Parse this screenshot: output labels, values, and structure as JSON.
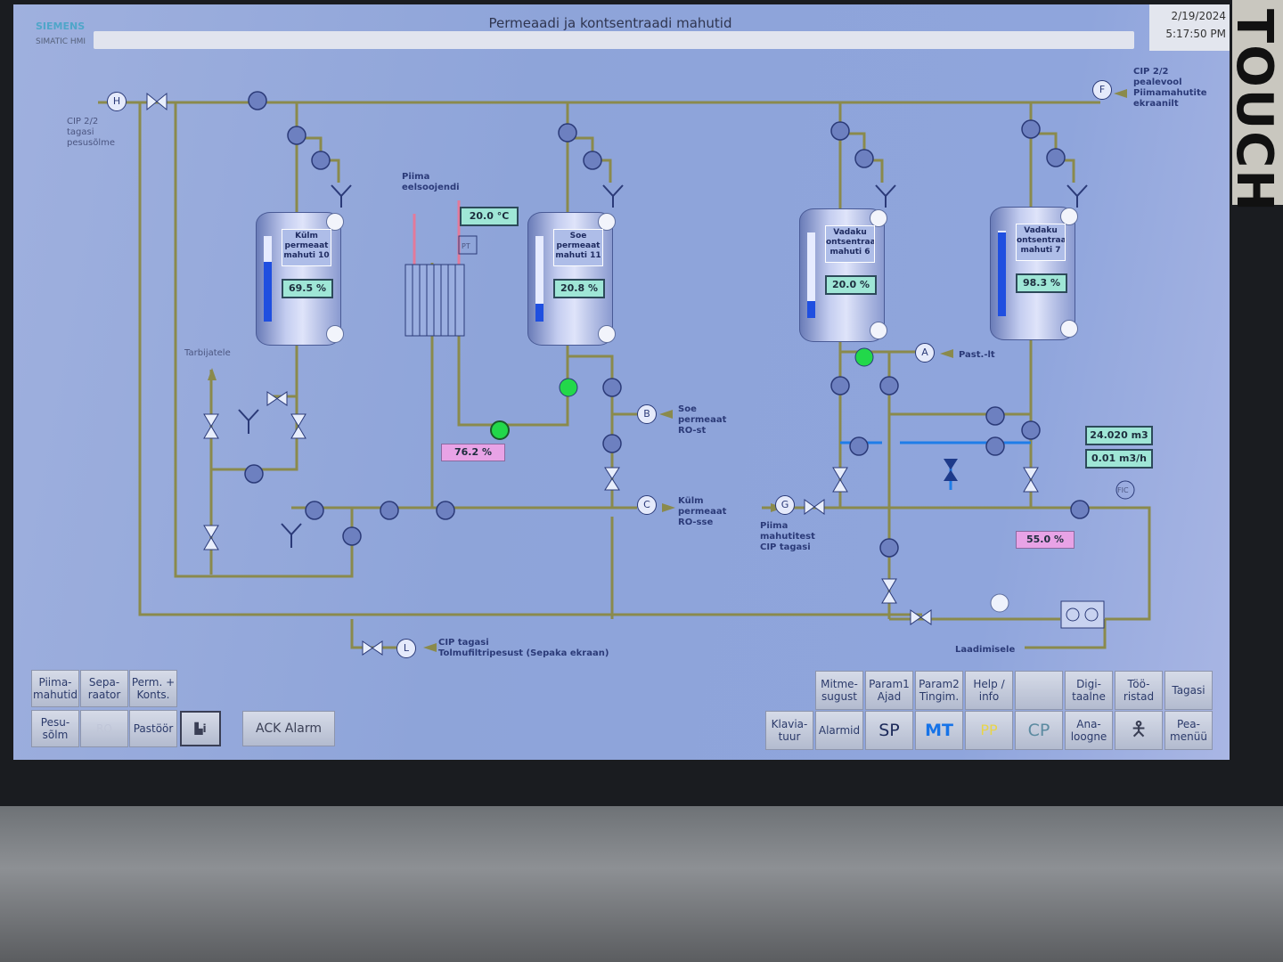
{
  "header": {
    "brand": "SIEMENS",
    "product": "SIMATIC HMI",
    "title": "Permeaadi ja kontsentraadi mahutid",
    "date": "2/19/2024",
    "time": "5:17:50 PM"
  },
  "bezel": {
    "label": "TOUCH"
  },
  "tanks": [
    {
      "name": "Külm\npermeaat\nmahuti 10",
      "level_text": "69.5 %",
      "level": 69.5
    },
    {
      "name": "Soe\npermeaat\nmahuti 11",
      "level_text": "20.8 %",
      "level": 20.8
    },
    {
      "name": "Vadaku\nontsentraa\nmahuti 6",
      "level_text": "20.0 %",
      "level": 20.0
    },
    {
      "name": "Vadaku\nontsentraa\nmahuti 7",
      "level_text": "98.3 %",
      "level": 98.3
    }
  ],
  "labels": {
    "cip_return_wash": "CIP 2/2\ntagasi\npesusõlme",
    "cip_supply": "CIP 2/2\npealevool\nPiimamahutite\nekraanilt",
    "preheater": "Piima\neelsoojendi",
    "consumers": "Tarbijatele",
    "warm_ro": "Soe\npermeaat\nRO-st",
    "cold_ro": "Külm\npermeaat\nRO-sse",
    "milk_cip_return": "Piima\nmahutitest\nCIP tagasi",
    "past": "Past.-lt",
    "cip_dust": "CIP tagasi\nTolmufiltripesust (Sepaka ekraan)",
    "loading": "Laadimisele",
    "pt": "PT",
    "fic": "FIC"
  },
  "connectors": {
    "H": "H",
    "F": "F",
    "A": "A",
    "B": "B",
    "C": "C",
    "G": "G",
    "L": "L"
  },
  "values": {
    "temperature": "20.0 °C",
    "pump_speed_1": "76.2 %",
    "pump_speed_2": "55.0 %",
    "volume": "24.020 m3",
    "flow": "0.01 m3/h"
  },
  "nav_left": {
    "row1": [
      "Piima-\nmahutid",
      "Sepa-\nraator",
      "Perm. +\nKonts."
    ],
    "row2": [
      "Pesu-\nsõlm",
      "RO",
      "Pastöör"
    ],
    "ack": "ACK Alarm"
  },
  "nav_right": {
    "row1": [
      "Mitme-\nsugust",
      "Param1\nAjad",
      "Param2\nTingim.",
      "Help /\ninfo",
      "",
      "Digi-\ntaalne",
      "Töö-\nristad",
      "Tagasi"
    ],
    "row2": [
      "Klavia-\ntuur",
      "Alarmid",
      "SP",
      "MT",
      "PP",
      "CP",
      "Ana-\nloogne",
      "",
      "Pea-\nmenüü"
    ]
  },
  "colors": {
    "pipe": "#8a8a4c",
    "water": "#1e7de8",
    "running": "#22d84a",
    "tank_level": "#1f4fe0"
  }
}
